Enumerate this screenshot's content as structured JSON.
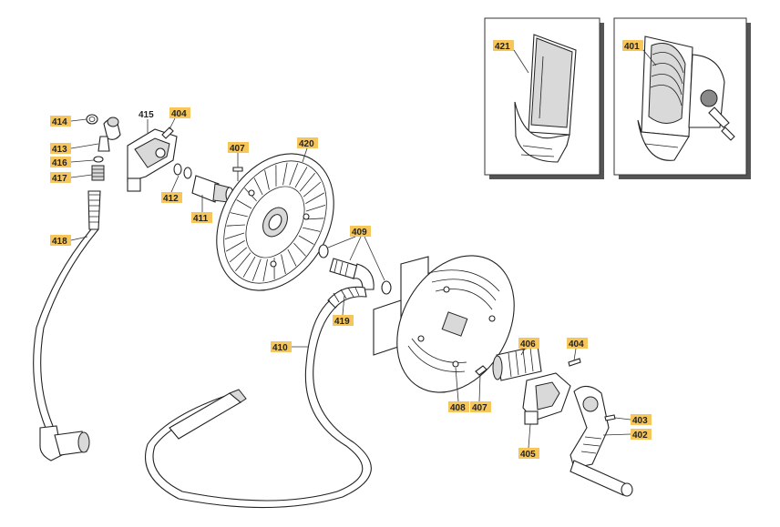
{
  "diagram": {
    "type": "exploded-parts-diagram",
    "tag_color": "#f6c65a",
    "parts": [
      {
        "id": "p414",
        "number": "414"
      },
      {
        "id": "p415",
        "number": "415",
        "untagged": true
      },
      {
        "id": "p404a",
        "number": "404"
      },
      {
        "id": "p413",
        "number": "413"
      },
      {
        "id": "p416",
        "number": "416"
      },
      {
        "id": "p417",
        "number": "417"
      },
      {
        "id": "p412",
        "number": "412"
      },
      {
        "id": "p411",
        "number": "411"
      },
      {
        "id": "p407a",
        "number": "407"
      },
      {
        "id": "p420",
        "number": "420"
      },
      {
        "id": "p418",
        "number": "418"
      },
      {
        "id": "p409",
        "number": "409"
      },
      {
        "id": "p419",
        "number": "419"
      },
      {
        "id": "p410",
        "number": "410"
      },
      {
        "id": "p406",
        "number": "406"
      },
      {
        "id": "p404b",
        "number": "404"
      },
      {
        "id": "p408",
        "number": "408"
      },
      {
        "id": "p407b",
        "number": "407"
      },
      {
        "id": "p403",
        "number": "403"
      },
      {
        "id": "p402",
        "number": "402"
      },
      {
        "id": "p405",
        "number": "405"
      }
    ],
    "insets": [
      {
        "id": "inset-421",
        "number": "421"
      },
      {
        "id": "inset-401",
        "number": "401"
      }
    ]
  }
}
